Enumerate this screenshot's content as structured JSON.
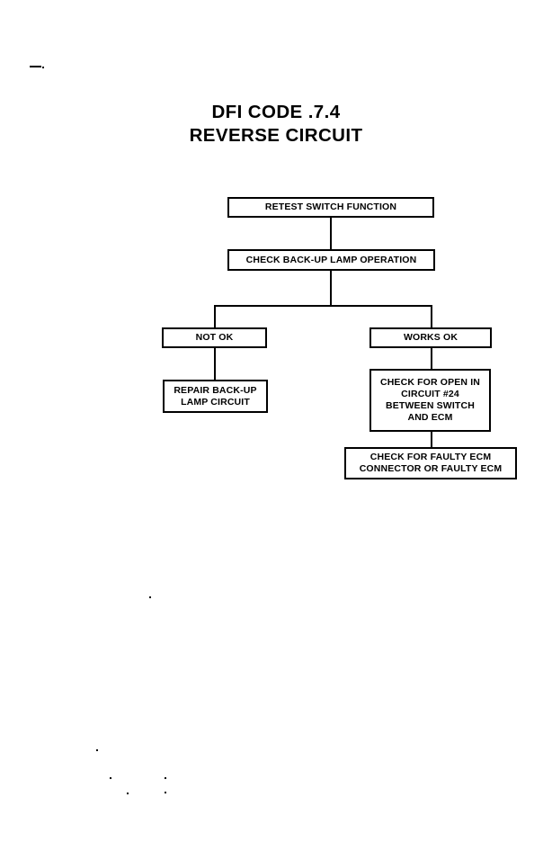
{
  "document": {
    "title_lines": [
      "DFI CODE .7.4",
      "REVERSE CIRCUIT"
    ]
  },
  "flowchart": {
    "type": "flowchart",
    "orientation": "top-down",
    "nodes": [
      {
        "id": "retest",
        "label": "RETEST SWITCH FUNCTION"
      },
      {
        "id": "checklamp",
        "label": "CHECK BACK-UP LAMP OPERATION"
      },
      {
        "id": "notok",
        "label": "NOT OK"
      },
      {
        "id": "worksok",
        "label": "WORKS OK"
      },
      {
        "id": "repair",
        "label": "REPAIR BACK-UP\nLAMP CIRCUIT"
      },
      {
        "id": "checkopen",
        "label": "CHECK FOR OPEN IN\nCIRCUIT #24\nBETWEEN SWITCH\nAND ECM"
      },
      {
        "id": "faultyecm",
        "label": "CHECK FOR FAULTY ECM\nCONNECTOR OR FAULTY ECM"
      }
    ],
    "edges": [
      {
        "from": "retest",
        "to": "checklamp"
      },
      {
        "from": "checklamp",
        "to": "notok"
      },
      {
        "from": "checklamp",
        "to": "worksok"
      },
      {
        "from": "notok",
        "to": "repair"
      },
      {
        "from": "worksok",
        "to": "checkopen"
      },
      {
        "from": "checkopen",
        "to": "faultyecm"
      }
    ],
    "colors": {
      "line": "#000000",
      "text": "#000000",
      "background": "#ffffff"
    }
  }
}
